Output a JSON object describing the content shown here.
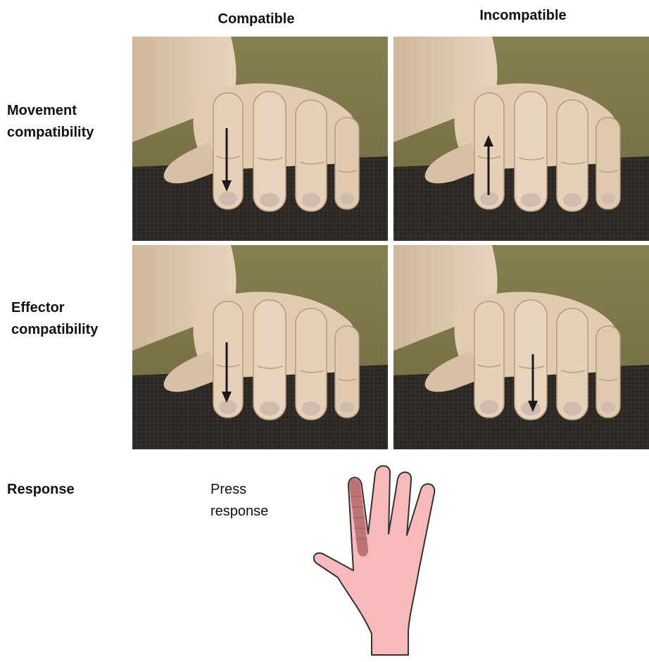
{
  "columns": {
    "compatible": "Compatible",
    "incompatible": "Incompatible"
  },
  "rows": {
    "movement": {
      "line1": "Movement",
      "line2": "compatibility"
    },
    "effector": {
      "line1": "Effector",
      "line2": "compatibility"
    },
    "response": {
      "label": "Response"
    }
  },
  "panels": [
    {
      "row": "movement",
      "column": "compatible",
      "arrow_direction": "down",
      "finger": "index"
    },
    {
      "row": "movement",
      "column": "incompatible",
      "arrow_direction": "up",
      "finger": "index"
    },
    {
      "row": "effector",
      "column": "compatible",
      "arrow_direction": "down",
      "finger": "index"
    },
    {
      "row": "effector",
      "column": "incompatible",
      "arrow_direction": "down",
      "finger": "middle"
    }
  ],
  "press": {
    "line1": "Press",
    "line2": "response"
  },
  "colors": {
    "wall": "#7c7746",
    "mat": "#2e2a26",
    "skin": "#e3cbb2",
    "skin_shadow": "#b59a80",
    "arrow": "#1a1a1a",
    "hand_fill": "#f7b9b9",
    "hand_outline": "#333333",
    "finger_highlight": "#a85d5d"
  }
}
